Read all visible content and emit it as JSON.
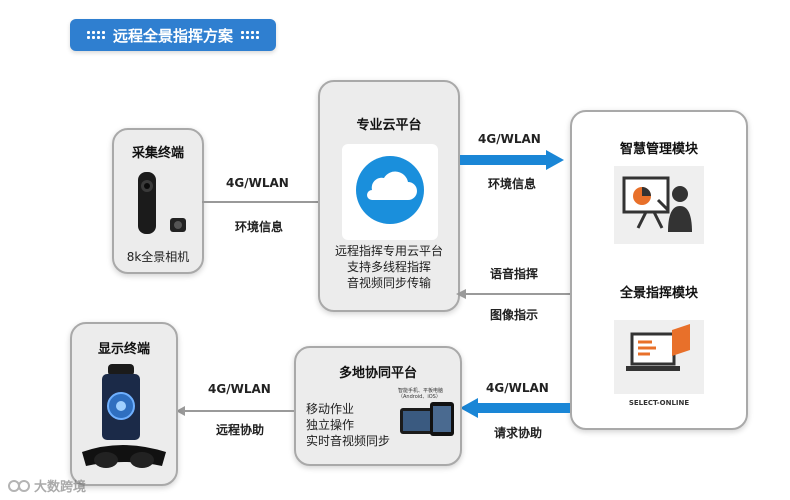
{
  "title": "远程全景指挥方案",
  "capture": {
    "heading": "采集终端",
    "device_label": "8k全景相机"
  },
  "cloud": {
    "heading": "专业云平台",
    "lines": [
      "远程指挥专用云平台",
      "支持多线程指挥",
      "音视频同步传输"
    ]
  },
  "smart": {
    "heading": "智慧管理模块",
    "command_heading": "全景指挥模块",
    "logo_text": "SELECT-ONLINE"
  },
  "multi": {
    "heading": "多地协同平台",
    "lines": [
      "移动作业",
      "独立操作",
      "实时音视频同步"
    ],
    "device_caption": "智能手机、平板电脑 （Android、iOS）"
  },
  "display": {
    "heading": "显示终端"
  },
  "links": {
    "capture_to_cloud": {
      "top": "4G/WLAN",
      "bottom": "环境信息"
    },
    "cloud_to_smart": {
      "top": "4G/WLAN",
      "bottom": "环境信息"
    },
    "smart_to_cloud": {
      "top": "语音指挥",
      "bottom": "图像指示"
    },
    "smart_to_multi": {
      "top": "4G/WLAN",
      "bottom": "请求协助"
    },
    "multi_to_display": {
      "top": "4G/WLAN",
      "bottom": "远程协助"
    }
  },
  "watermark": "大数跨境",
  "colors": {
    "accent": "#2f7fd0",
    "cloud": "#1a8fdc",
    "orange": "#e8702a"
  }
}
